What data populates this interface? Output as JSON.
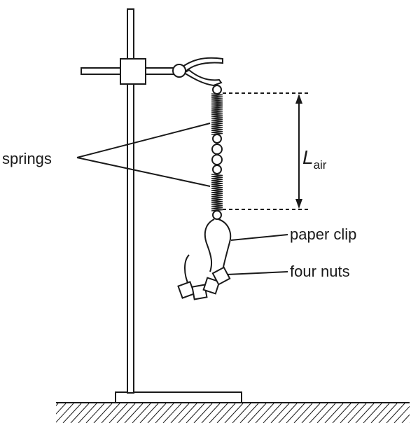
{
  "labels": {
    "springs": "springs",
    "length_symbol": "L",
    "length_subscript": "air",
    "paper_clip": "paper clip",
    "four_nuts": "four nuts"
  },
  "colors": {
    "ink": "#1a1a1a",
    "background": "#ffffff"
  }
}
